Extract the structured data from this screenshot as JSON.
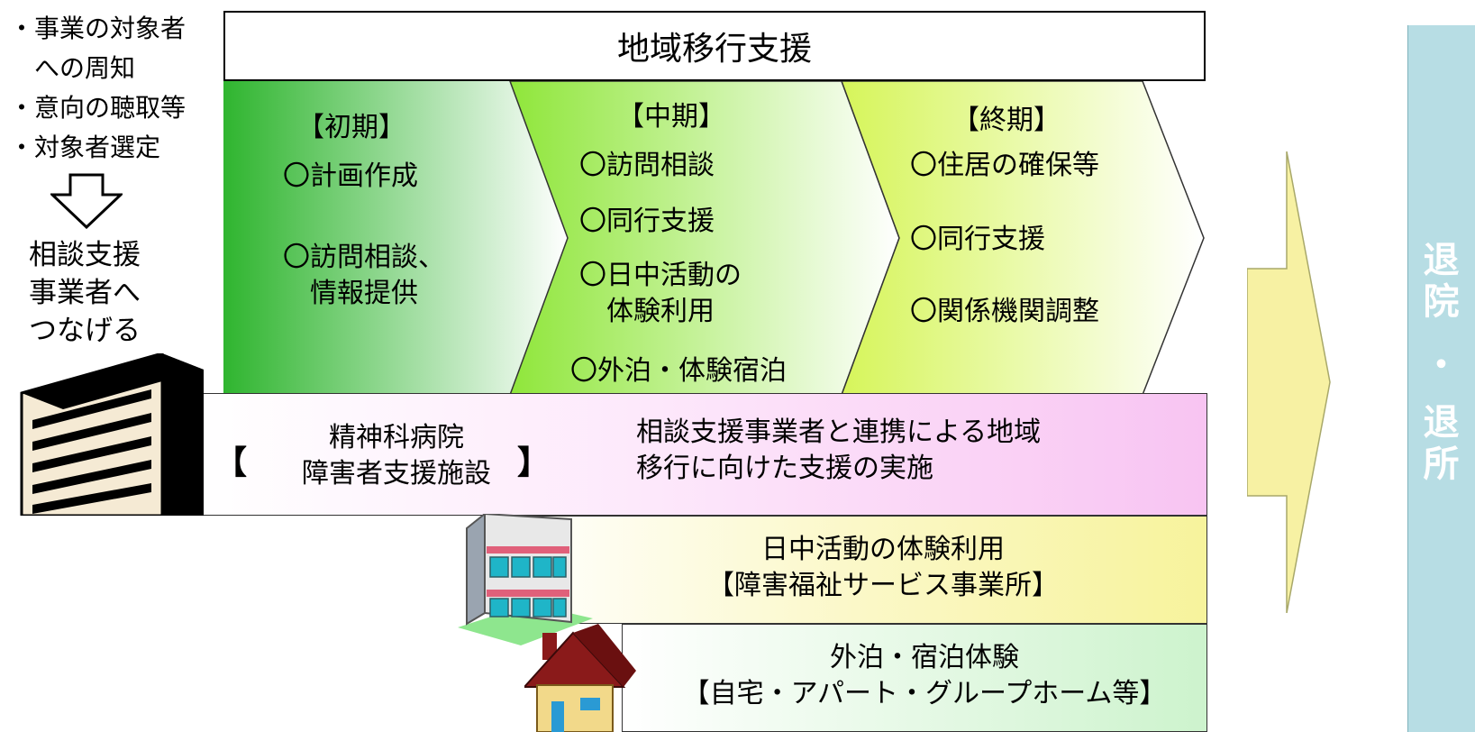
{
  "left": {
    "bullet1": "・事業の対象者\n　への周知",
    "bullet2": "・意向の聴取等",
    "bullet3": "・対象者選定",
    "connect": "相談支援\n事業者へ\nつなげる"
  },
  "title": "地域移行支援",
  "phases": [
    {
      "label": "【初期】",
      "items": [
        "〇計画作成",
        "〇訪問相談、\n　情報提供"
      ]
    },
    {
      "label": "【中期】",
      "items": [
        "〇訪問相談",
        "〇同行支援",
        "〇日中活動の\n　体験利用",
        "〇外泊・体験宿泊"
      ]
    },
    {
      "label": "【終期】",
      "items": [
        "〇住居の確保等",
        "〇同行支援",
        "〇関係機関調整"
      ]
    }
  ],
  "hospital_band": {
    "bracket_open": "【",
    "bracket_close": "】",
    "facility": "精神科病院\n障害者支援施設",
    "description": "相談支援事業者と連携による地域\n移行に向けた支援の実施"
  },
  "day_band": {
    "text": "日中活動の体験利用\n【障害福祉サービス事業所】"
  },
  "stay_band": {
    "text": "外泊・宿泊体験\n【自宅・アパート・グループホーム等】"
  },
  "side_label": {
    "top": "退\n院",
    "dot": "・",
    "bottom": "退\n所"
  },
  "colors": {
    "phase1": "#3dbf3d",
    "phase2": "#9be84a",
    "phase3": "#d9f56b",
    "hospital_band": "#f8c8f4",
    "day_band": "#f7f4a8",
    "stay_band": "#d2f5d2",
    "side_column": "#b7dde4",
    "big_arrow": "#f7f1a3"
  },
  "icons": [
    "building-icon",
    "office-building-icon",
    "house-icon",
    "down-arrow-icon",
    "right-arrow-icon"
  ]
}
